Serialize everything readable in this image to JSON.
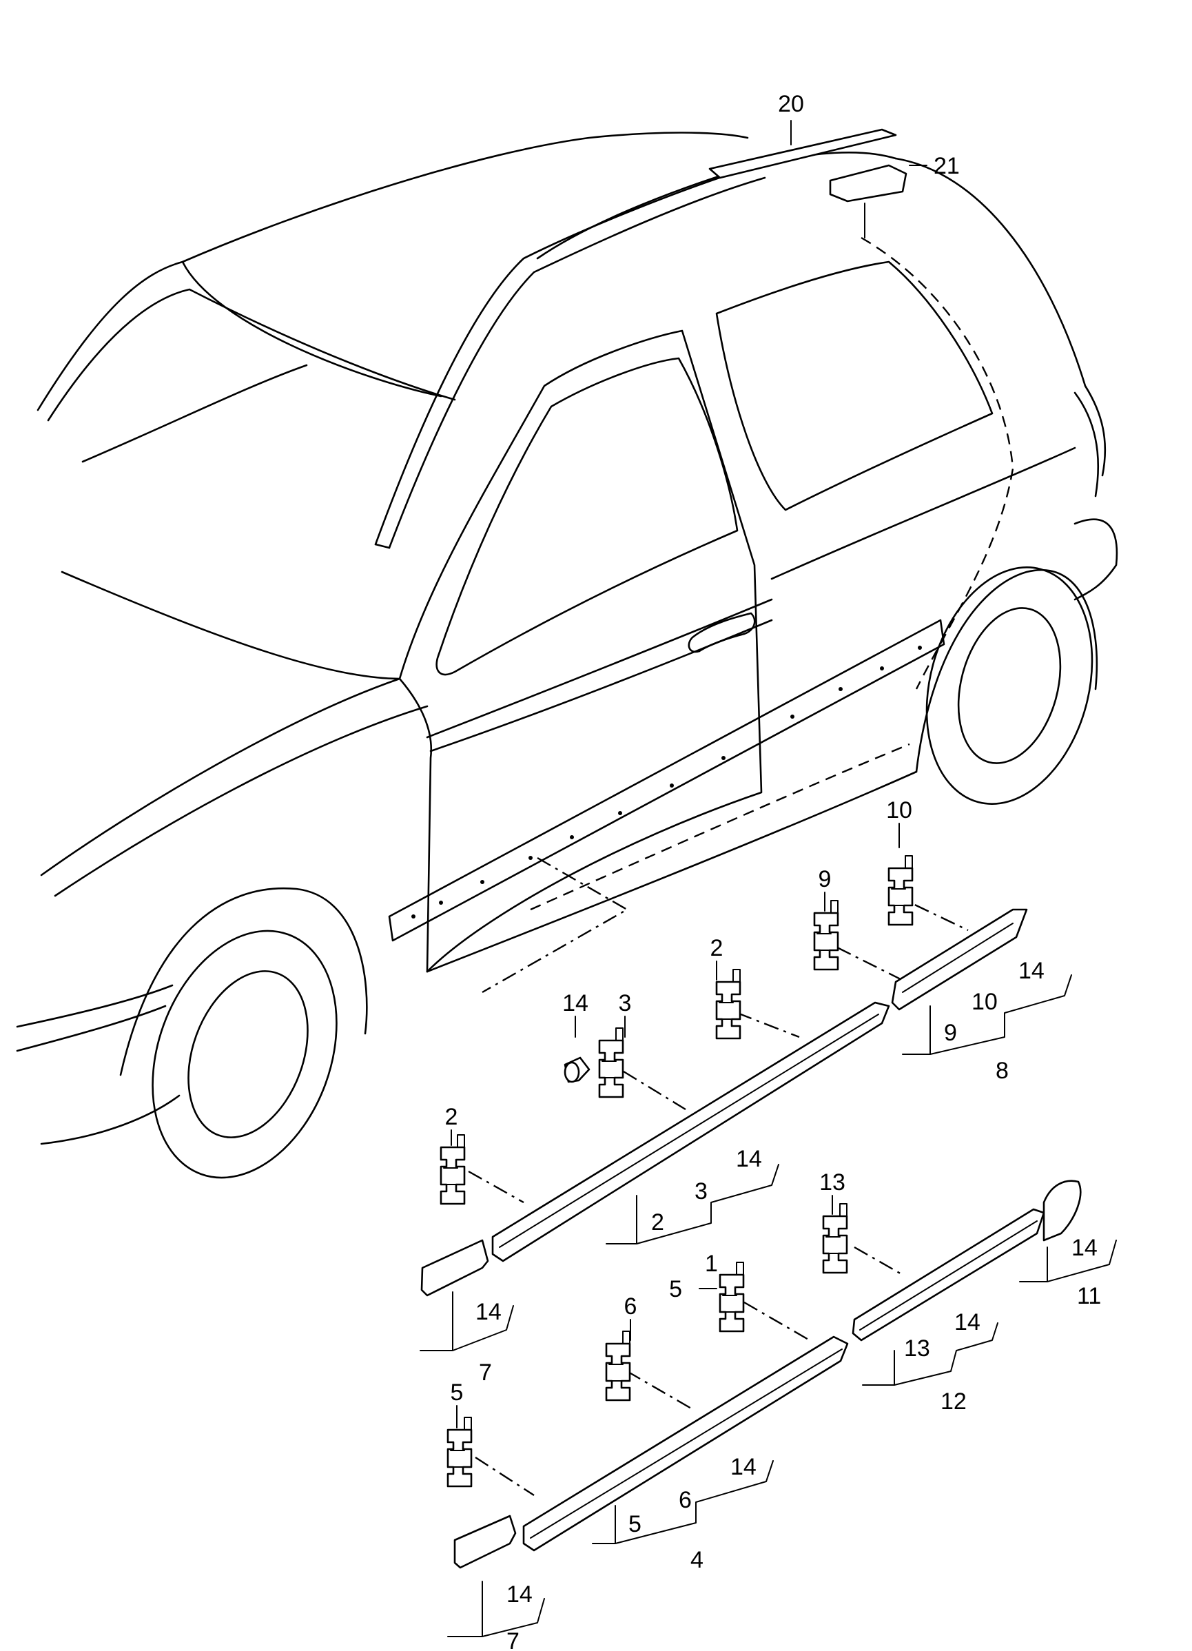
{
  "callouts": {
    "c20": "20",
    "c21": "21",
    "c10": "10",
    "c9": "9",
    "c2a": "2",
    "c14a": "14",
    "c3a": "3",
    "c2b": "2",
    "c13": "13",
    "c6a": "6",
    "c5a": "5",
    "c5b": "5"
  },
  "groups": {
    "g8": {
      "main": "8",
      "subs": [
        "9",
        "10",
        "14"
      ]
    },
    "g1": {
      "main": "1",
      "subs": [
        "2",
        "3",
        "14"
      ]
    },
    "g7a": {
      "main": "7",
      "subs": [
        "14"
      ]
    },
    "g11": {
      "main": "11",
      "subs": [
        "14"
      ]
    },
    "g12": {
      "main": "12",
      "subs": [
        "13",
        "14"
      ]
    },
    "g4": {
      "main": "4",
      "subs": [
        "5",
        "6",
        "14"
      ]
    },
    "g7b": {
      "main": "7",
      "subs": [
        "14"
      ]
    }
  }
}
